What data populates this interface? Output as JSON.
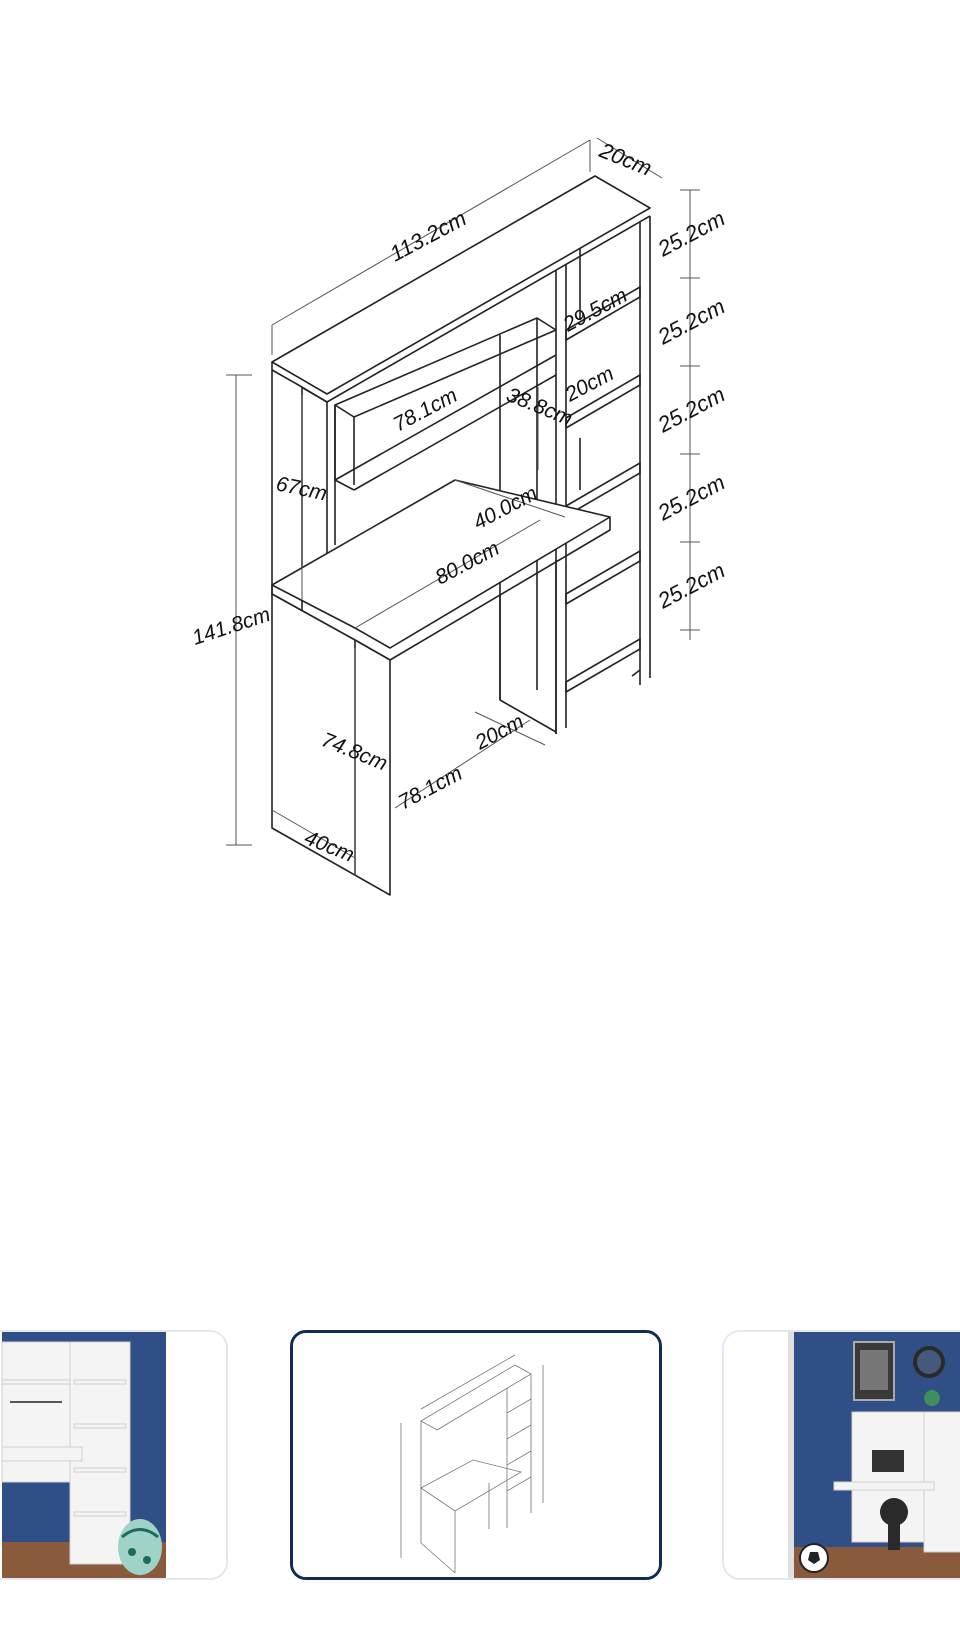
{
  "main_image": {
    "labels": {
      "total_width": "113.2cm",
      "depth_top": "20cm",
      "shelf_h1": "25.2cm",
      "shelf_h2": "25.2cm",
      "shelf_h3": "25.2cm",
      "shelf_h4": "25.2cm",
      "shelf_h5": "25.2cm",
      "shelf_width": "29.5cm",
      "shelf_depth": "20cm",
      "hutch_width": "78.1cm",
      "hutch_gap": "38.8cm",
      "hutch_height": "67cm",
      "total_height": "141.8cm",
      "desk_depth": "40.0cm",
      "desk_width": "80.0cm",
      "desk_height": "74.8cm",
      "leg_depth": "20cm",
      "under_width": "78.1cm",
      "base_depth": "40cm"
    }
  },
  "thumbnails": [
    {
      "name": "thumb-photo-front",
      "active": false
    },
    {
      "name": "thumb-dimensions",
      "active": true
    },
    {
      "name": "thumb-photo-room",
      "active": false
    }
  ],
  "colors": {
    "active_border": "#0f2d54",
    "inactive_border": "#e3e8f0",
    "wall_blue": "#2f4f86",
    "floor_wood": "#8a5a3c"
  }
}
